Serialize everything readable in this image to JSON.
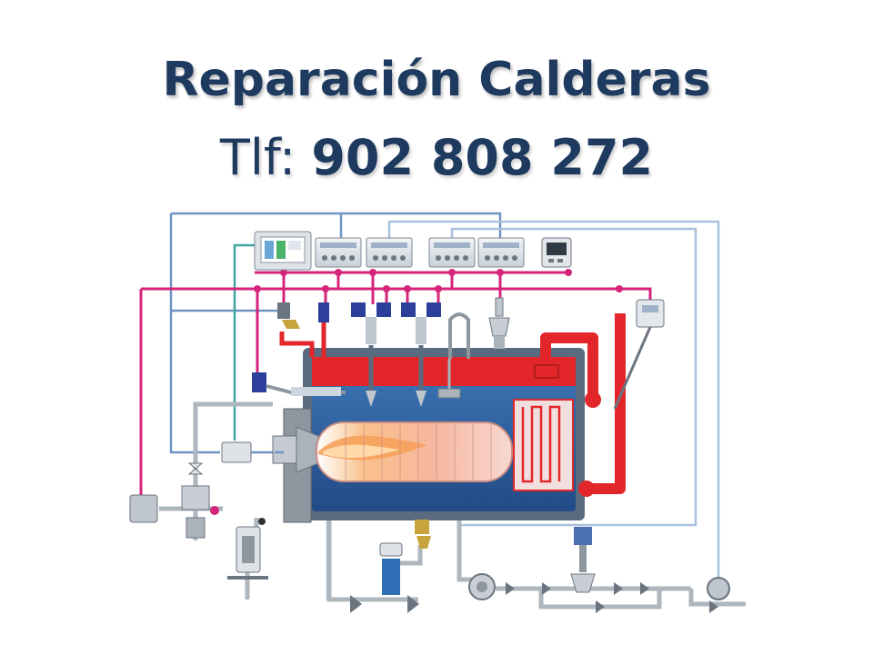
{
  "title": "Reparación Calderas",
  "phone": {
    "label": "Tlf:",
    "number": "902 808 272"
  },
  "colors": {
    "title": "#1e3a5f",
    "signal_magenta": "#d6247a",
    "signal_blue": "#6f94c4",
    "signal_light": "#a9c2de",
    "signal_teal": "#3fa6a0",
    "boiler_shell": "#5a6b80",
    "water": "#2d5f9e",
    "steam_red": "#e2262a",
    "flame": "#f6a15b",
    "pipe_gray": "#9aa3ad"
  },
  "icons": [
    "touch-panel-icon",
    "controller-icon",
    "display-icon",
    "valve-icon",
    "pump-icon",
    "sensor-icon",
    "burner-icon"
  ]
}
